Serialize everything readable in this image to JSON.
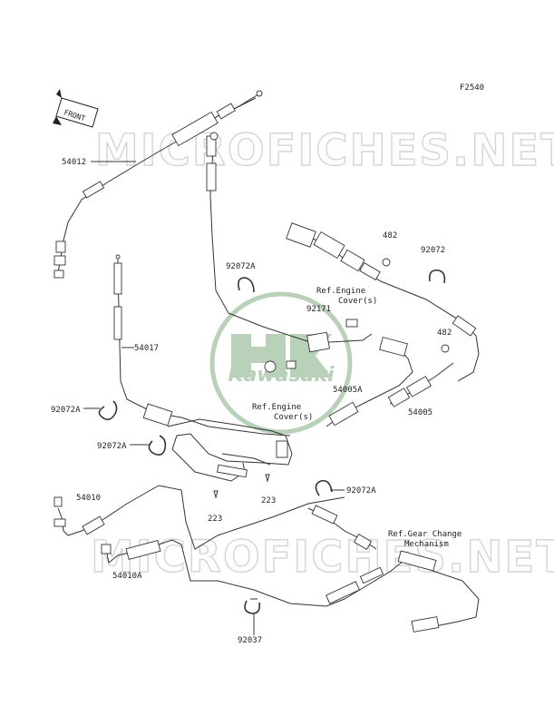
{
  "figure_id": "F2540",
  "front_marker": "FRONT",
  "watermark": "MICROFICHES.NET",
  "logo_text": "Kawasaki",
  "colors": {
    "watermark": "#cfd8cf",
    "logo": "#b9d0b9",
    "ink": "#222222"
  },
  "labels": {
    "p54012": "54012",
    "p54017": "54017",
    "p92072A_1": "92072A",
    "p92072A_2": "92072A",
    "p92072A_3": "92072A",
    "p92072A_4": "92072A",
    "p92072": "92072",
    "p482_1": "482",
    "p482_2": "482",
    "p92171": "92171",
    "ref_engine_cover_1": "Ref.Engine\nCover(s)",
    "ref_engine_cover_2": "Ref.Engine\nCover(s)",
    "p54005A": "54005A",
    "p54005": "54005",
    "p223_1": "223",
    "p223_2": "223",
    "p54010": "54010",
    "p54010A": "54010A",
    "p92037": "92037",
    "ref_gear_change": "Ref.Gear Change\nMechanism"
  }
}
